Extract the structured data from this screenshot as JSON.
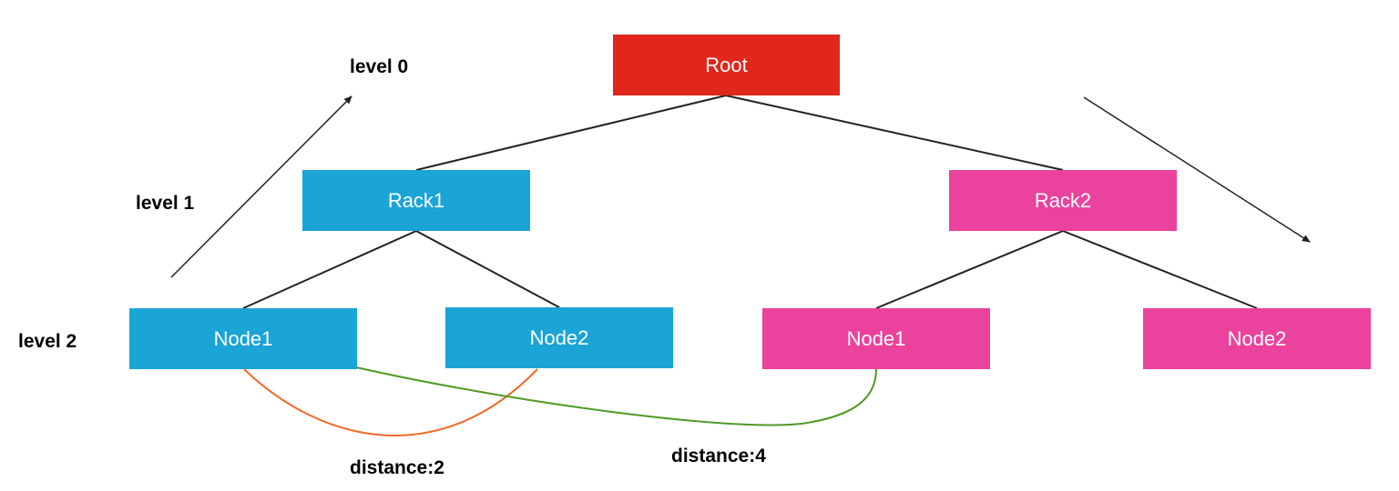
{
  "colors": {
    "root": "#e1261c",
    "rack1": "#1ba4d6",
    "rack2": "#ea429d",
    "edge": "#222222",
    "distance2_curve": "#ef6a2a",
    "distance4_curve": "#4f9a24"
  },
  "nodes": {
    "root": "Root",
    "rack1": "Rack1",
    "rack2": "Rack2",
    "rack1_node1": "Node1",
    "rack1_node2": "Node2",
    "rack2_node1": "Node1",
    "rack2_node2": "Node2"
  },
  "levels": {
    "level0": "level 0",
    "level1": "level 1",
    "level2": "level 2"
  },
  "distances": {
    "distance2": "distance:2",
    "distance4": "distance:4"
  }
}
